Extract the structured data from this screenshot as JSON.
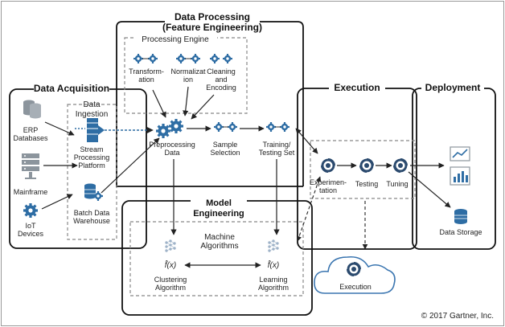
{
  "sections": {
    "data_processing_title_1": "Data Processing",
    "data_processing_title_2": "(Feature Engineering)",
    "processing_engine": "Processing Engine",
    "data_acquisition": "Data Acquisition",
    "execution": "Execution",
    "deployment": "Deployment",
    "model_engineering_1": "Model",
    "model_engineering_2": "Engineering",
    "data_ingestion_1": "Data",
    "data_ingestion_2": "Ingestion",
    "machine_algorithms_1": "Machine",
    "machine_algorithms_2": "Algorithms"
  },
  "engine_steps": {
    "transformation_1": "Transform-",
    "transformation_2": "ation",
    "normalization_1": "Normalizat",
    "normalization_2": "ion",
    "cleaning_1": "Cleaning",
    "cleaning_2": "and",
    "cleaning_3": "Encoding"
  },
  "sources": {
    "erp_1": "ERP",
    "erp_2": "Databases",
    "mainframe": "Mainframe",
    "iot_1": "IoT",
    "iot_2": "Devices"
  },
  "ingestion": {
    "stream_1": "Stream",
    "stream_2": "Processing",
    "stream_3": "Platform",
    "batch_1": "Batch Data",
    "batch_2": "Warehouse"
  },
  "pipeline": {
    "preprocessing_1": "Preprocessing",
    "preprocessing_2": "Data",
    "sample_1": "Sample",
    "sample_2": "Selection",
    "training_1": "Training/",
    "training_2": "Testing Set"
  },
  "algorithms": {
    "formula": "f̂(x)",
    "clustering_1": "Clustering",
    "clustering_2": "Algorithm",
    "learning_1": "Learning",
    "learning_2": "Algorithm"
  },
  "execution_steps": {
    "experimentation_1": "Experimen-",
    "experimentation_2": "tation",
    "testing": "Testing",
    "tuning": "Tuning",
    "cloud_execution": "Execution"
  },
  "deployment_items": {
    "data_storage": "Data Storage"
  },
  "footer": {
    "copyright": "© 2017 Gartner, Inc."
  },
  "colors": {
    "gear_blue": "#2e6da4",
    "gear_gray": "#9aa4ad",
    "db_gray": "#8c959d",
    "cloud_blue": "#3a75b0",
    "exec_navy": "#2b4a6e"
  }
}
